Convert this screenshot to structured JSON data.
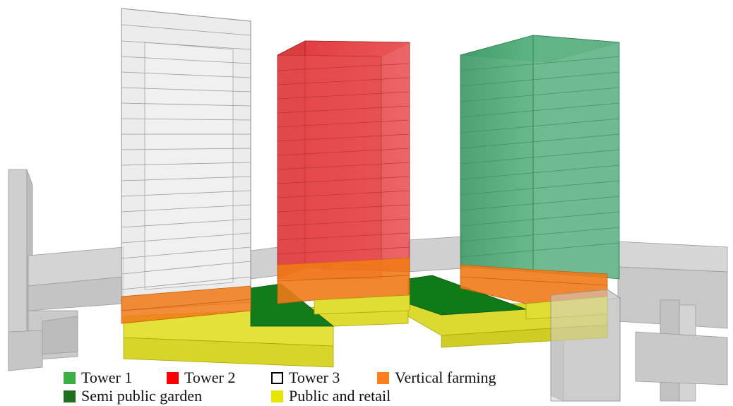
{
  "legend": {
    "items": [
      {
        "key": "tower1",
        "label": "Tower 1",
        "color": "#3cb043"
      },
      {
        "key": "tower2",
        "label": "Tower 2",
        "color": "#ff0000"
      },
      {
        "key": "tower3",
        "label": "Tower 3",
        "color": "#ffffff",
        "outline": true
      },
      {
        "key": "farming",
        "label": "Vertical farming",
        "color": "#ff7f1e"
      },
      {
        "key": "garden",
        "label": "Semi public garden",
        "color": "#1f6e1f"
      },
      {
        "key": "retail",
        "label": "Public and retail",
        "color": "#e6e600"
      }
    ]
  },
  "palette": {
    "context_gray": "#cfcfcf",
    "tower3_glass": "#e4e4e4",
    "tower2_red": "#e8474a",
    "tower1_green": "#4fa874",
    "farming_orange": "#f07a18",
    "retail_yellow": "#dcd92c",
    "garden_green": "#0f7a18"
  }
}
